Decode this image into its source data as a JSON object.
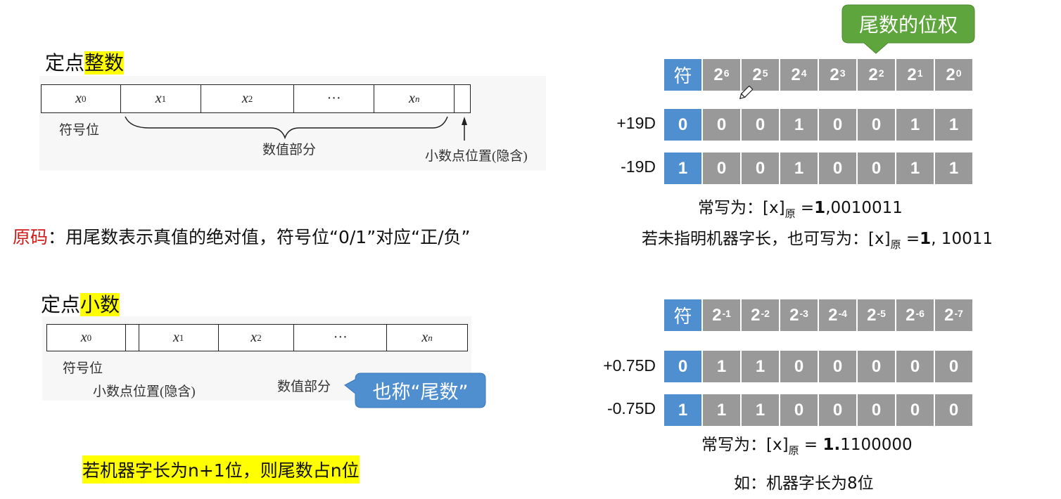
{
  "integer": {
    "title_plain": "定点",
    "title_highlight": "整数",
    "cells": [
      {
        "var": "x",
        "sub": "0"
      },
      {
        "var": "x",
        "sub": "1"
      },
      {
        "var": "x",
        "sub": "2"
      },
      {
        "var": "···",
        "sub": ""
      },
      {
        "var": "x",
        "sub": "n"
      },
      {
        "var": "",
        "sub": ""
      }
    ],
    "sign_label": "符号位",
    "value_label": "数值部分",
    "point_label": "小数点位置(隐含)"
  },
  "rule_line": {
    "term": "原码",
    "text": "：用尾数表示真值的绝对值，符号位“0/1”对应“正/负”"
  },
  "fraction": {
    "title_plain": "定点",
    "title_highlight": "小数",
    "cells": [
      {
        "var": "x",
        "sub": "0"
      },
      {
        "var": "",
        "sub": ""
      },
      {
        "var": "x",
        "sub": "1"
      },
      {
        "var": "x",
        "sub": "2"
      },
      {
        "var": "···",
        "sub": ""
      },
      {
        "var": "x",
        "sub": "n"
      }
    ],
    "sign_label": "符号位",
    "point_label": "小数点位置(隐含)",
    "value_label": "数值部分",
    "callout": "也称“尾数”",
    "note": "若机器字长为n+1位，则尾数占n位"
  },
  "integer_table": {
    "callout": "尾数的位权",
    "header": {
      "sign": "符",
      "weights": [
        {
          "base": "2",
          "exp": "6"
        },
        {
          "base": "2",
          "exp": "5"
        },
        {
          "base": "2",
          "exp": "4"
        },
        {
          "base": "2",
          "exp": "3"
        },
        {
          "base": "2",
          "exp": "2"
        },
        {
          "base": "2",
          "exp": "1"
        },
        {
          "base": "2",
          "exp": "0"
        }
      ]
    },
    "rows": [
      {
        "label": "+19D",
        "bits": [
          "0",
          "0",
          "0",
          "1",
          "0",
          "0",
          "1",
          "1"
        ]
      },
      {
        "label": "-19D",
        "bits": [
          "1",
          "0",
          "0",
          "1",
          "0",
          "0",
          "1",
          "1"
        ]
      }
    ],
    "formula1": {
      "prefix": "常写为：",
      "x": "[x]",
      "sub": "原",
      "eq": " =",
      "bold": "1",
      "rest": ",0010011"
    },
    "formula2": {
      "prefix": "若未指明机器字长，也可写为：",
      "x": "[x]",
      "sub": "原",
      "eq": " =",
      "bold": "1",
      "rest": ", 10011"
    }
  },
  "fraction_table": {
    "header": {
      "sign": "符",
      "weights": [
        {
          "base": "2",
          "exp": "-1"
        },
        {
          "base": "2",
          "exp": "-2"
        },
        {
          "base": "2",
          "exp": "-3"
        },
        {
          "base": "2",
          "exp": "-4"
        },
        {
          "base": "2",
          "exp": "-5"
        },
        {
          "base": "2",
          "exp": "-6"
        },
        {
          "base": "2",
          "exp": "-7"
        }
      ]
    },
    "rows": [
      {
        "label": "+0.75D",
        "bits": [
          "0",
          "1",
          "1",
          "0",
          "0",
          "0",
          "0",
          "0"
        ]
      },
      {
        "label": "-0.75D",
        "bits": [
          "1",
          "1",
          "1",
          "0",
          "0",
          "0",
          "0",
          "0"
        ]
      }
    ],
    "formula": {
      "prefix": "常写为：",
      "x": "[x]",
      "sub": "原",
      "eq": " = ",
      "bold": "1.",
      "rest": "1100000"
    },
    "example": "如：机器字长为8位"
  },
  "colors": {
    "sign_blue": "#4f8fd0",
    "bit_gray": "#999999",
    "callout_green": "#5fa53d",
    "callout_blue": "#4f8fd0",
    "highlight_yellow": "#ffff00",
    "term_red": "#d11a1a"
  },
  "cursor": "pen-cursor"
}
